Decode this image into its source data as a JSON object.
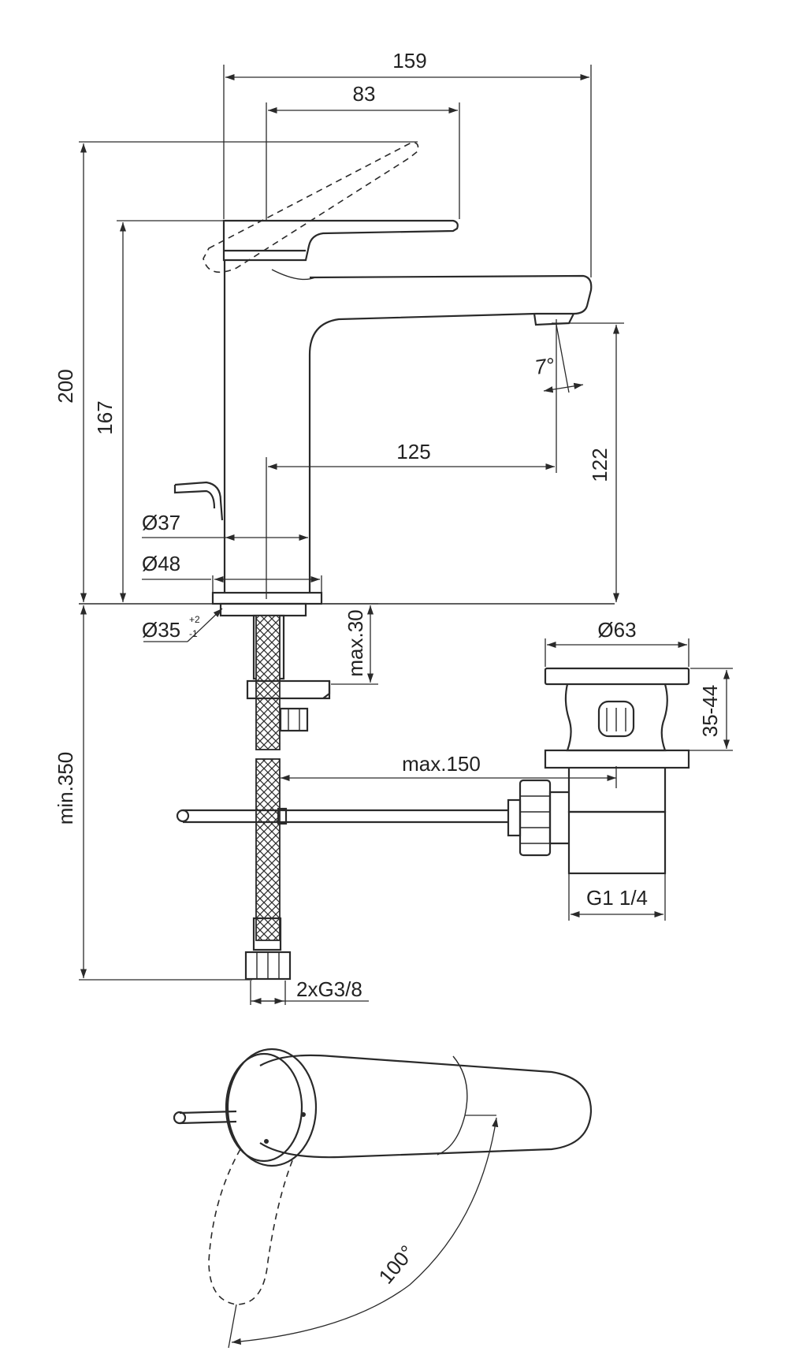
{
  "dimensions": {
    "overall_width": "159",
    "lever_length": "83",
    "total_height": "200",
    "body_height": "167",
    "spout_reach": "125",
    "spout_height": "122",
    "spout_angle": "7°",
    "body_diameter": "Ø37",
    "base_diameter": "Ø48",
    "hole_diameter": "Ø35",
    "hole_tol_plus": "+2",
    "hole_tol_minus": "-1",
    "max_deck_thickness": "max.30",
    "min_hose_length": "min.350",
    "waste_distance": "max.150",
    "waste_flange": "Ø63",
    "waste_range": "35-44",
    "waste_thread": "G1 1/4",
    "supply_thread": "2xG3/8",
    "swing_angle": "100°"
  }
}
